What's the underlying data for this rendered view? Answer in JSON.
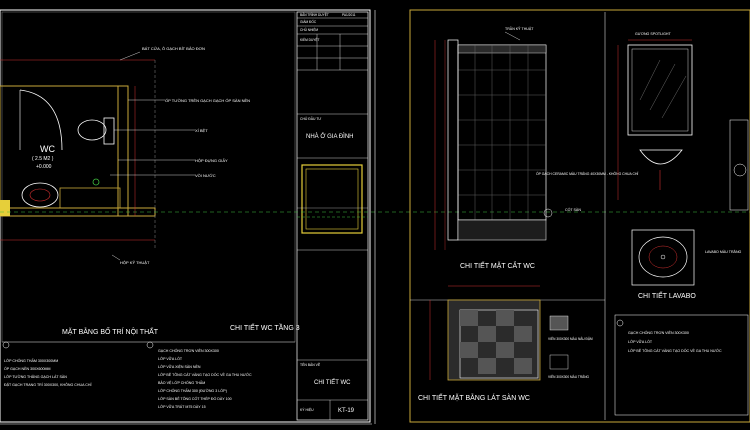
{
  "sheet_left": {
    "wc_plan_title": "MẶT BẰNG BỐ TRÍ NỘI THẤT",
    "wc_label": "WC",
    "wc_area": "( 2.5 M2 )",
    "wc_level": "+0.000",
    "floor_title": "CHI TIẾT WC TẦNG 3",
    "callouts": {
      "floor_drain_top": "BÁT CỬA, Ô GẠCH BÍT BẢO ĐƠN",
      "wall_tile": "ỐP TƯỜNG TRÊN GẠCH GẠCH ỐP SÀN NỀN",
      "toilet": "XÍ BỆT",
      "paper_holder": "HỘP ĐỰNG GIẤY",
      "faucet": "VÒI NƯỚC",
      "floor_box": "HỘP KỸ THUẬT"
    },
    "notes_bottom_left": [
      "LỚP CHỐNG THẤM 300X300MM",
      "ỐP GẠCH NỀN 300X600MM",
      "LỚP TƯỜNG THẲNG GẠCH LÁT SÀN",
      "ĐẶT GẠCH TRANG TRÍ 300X300, KHÔNG CHUA CHỈ"
    ],
    "notes_bottom_mid": [
      "GẠCH CHỐNG TRƠN VIÊN 300X300",
      "LỚP VỮA LÓT",
      "LỚP VỮA XIỆN SÀN NỀN",
      "LỚP BÊ TÔNG CÁT VÀNG TẠO DỐC VỀ GA THU NƯỚC",
      "BẢO VỆ LỚP CHỐNG THẤM",
      "LỚP CHỐNG THẤM 300 (ĐƯỜNG 3 LỚP)",
      "LỚP SÀN BÊ TÔNG CỐT THÉP ĐỔ DÀY 100",
      "LỚP VỮA TRÁT M75 DÀY 15"
    ]
  },
  "title_block": {
    "rows": [
      "GIÁM ĐỐC",
      "CHỦ NHIỆM",
      "KIỂM DUYỆT"
    ],
    "small_header_left": "BẢN TRÌNH DUYỆT",
    "small_header_right": "PA1/2011",
    "owner_label": "CHỦ ĐẦU TƯ",
    "project_name": "NHÀ Ở GIA ĐÌNH",
    "drawing_label": "TÊN BẢN VẼ",
    "drawing_name": "CHI TIẾT WC",
    "sheet_label": "KÝ HIỆU",
    "sheet_code": "KT-19"
  },
  "sheet_right": {
    "elevation_title": "CHI TIẾT MẶT CẮT WC",
    "lavabo_title": "CHI TIẾT LAVABO",
    "floor_tile_title": "CHI TIẾT MẶT BẰNG LÁT SÀN WC",
    "callouts": {
      "ceiling": "TRẦN KỸ THUẬT",
      "wall_tile": "ỐP GẠCH CERAMIC MÀU TRẮNG 40X30MM - KHÔNG CHUA CHỈ",
      "floor_level": "CỐT SÀN",
      "mirror": "GƯƠNG SPOTLIGHT",
      "lavabo": "LAVABO MÀU TRẮNG",
      "tile_a": "VIÊN 300X300 MÀU NÂU ĐẬM",
      "tile_b": "VIÊN 300X300 MÀU TRẮNG"
    },
    "notes": [
      "GẠCH CHỐNG TRƠN VIÊN 300X300",
      "LỚP VỮA LÓT",
      "LỚP BÊ TÔNG CÁT VÀNG TẠO DỐC VỀ GA THU NƯỚC"
    ]
  },
  "colors": {
    "background": "#000000",
    "frame": "#ffffff",
    "wall": "#c8a83a",
    "dimension": "#d23030",
    "accent_green": "#3fbf3f",
    "axis": "#cccc44"
  }
}
